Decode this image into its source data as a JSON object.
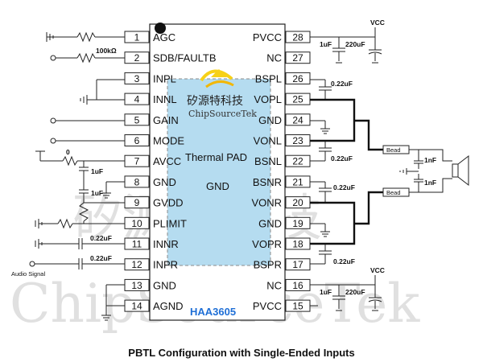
{
  "chip": {
    "name": "HAA3605",
    "pad_label": "Thermal PAD",
    "center_gnd": "GND"
  },
  "left_pins": [
    {
      "num": "1",
      "label": "AGC"
    },
    {
      "num": "2",
      "label": "SDB/FAULTB"
    },
    {
      "num": "3",
      "label": "INPL"
    },
    {
      "num": "4",
      "label": "INNL"
    },
    {
      "num": "5",
      "label": "GAIN"
    },
    {
      "num": "6",
      "label": "MODE"
    },
    {
      "num": "7",
      "label": "AVCC"
    },
    {
      "num": "8",
      "label": "GND"
    },
    {
      "num": "9",
      "label": "GVDD"
    },
    {
      "num": "10",
      "label": "PLIMIT"
    },
    {
      "num": "11",
      "label": "INNR"
    },
    {
      "num": "12",
      "label": "INPR"
    },
    {
      "num": "13",
      "label": "GND"
    },
    {
      "num": "14",
      "label": "AGND"
    }
  ],
  "right_pins": [
    {
      "num": "28",
      "label": "PVCC"
    },
    {
      "num": "27",
      "label": "NC"
    },
    {
      "num": "26",
      "label": "BSPL"
    },
    {
      "num": "25",
      "label": "VOPL"
    },
    {
      "num": "24",
      "label": "GND"
    },
    {
      "num": "23",
      "label": "VONL"
    },
    {
      "num": "22",
      "label": "BSNL"
    },
    {
      "num": "21",
      "label": "BSNR"
    },
    {
      "num": "20",
      "label": "VONR"
    },
    {
      "num": "19",
      "label": "GND"
    },
    {
      "num": "18",
      "label": "VOPR"
    },
    {
      "num": "17",
      "label": "BSPR"
    },
    {
      "num": "16",
      "label": "NC"
    },
    {
      "num": "15",
      "label": "PVCC"
    }
  ],
  "components": {
    "vcc_top": "VCC",
    "vcc_bottom": "VCC",
    "cap_1uF_top": "1uF",
    "cap_220uF_top": "220uF",
    "cap_1uF_bottom": "1uF",
    "cap_220uF_bottom": "220uF",
    "res_100k": "100kΩ",
    "res_0": "0",
    "cap_avcc_1": "1uF",
    "cap_avcc_2": "1uF",
    "cap_innr": "0.22uF",
    "cap_inpr": "0.22uF",
    "boot_26": "0.22uF",
    "boot_22": "0.22uF",
    "boot_21": "0.22uF",
    "boot_17": "0.22uF",
    "bead_1": "Bead",
    "bead_2": "Bead",
    "speaker_cap_1": "1nF",
    "speaker_cap_2": "1nF",
    "audio_signal": "Audio Signal"
  },
  "watermark": {
    "cn": "矽源特科技",
    "en": "ChipSourceTek",
    "logo_cn": "矽源特科技",
    "logo_en": "ChipSourceTek"
  },
  "caption": "PBTL Configuration with Single-Ended Inputs",
  "colors": {
    "chip_body": "#ffffff",
    "thermal_pad": "#a9d6ee",
    "logo_yellow": "#f7d117",
    "part_blue": "#1f6fd6"
  }
}
